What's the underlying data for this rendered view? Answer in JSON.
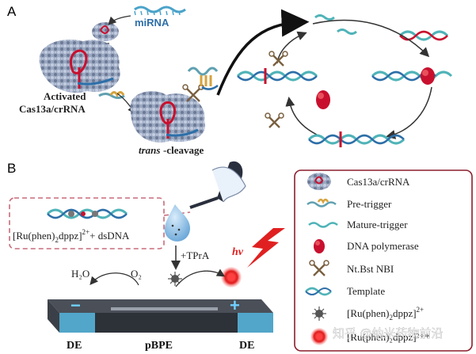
{
  "panel_a": {
    "label": "A",
    "mirna_label": "miRNA",
    "activated_line1": "Activated",
    "activated_line2": "Cas13a/crRNA",
    "trans_prefix": "trans",
    "trans_suffix": "-cleavage"
  },
  "panel_b": {
    "label": "B",
    "ru_label": "[Ru(phen)",
    "ru_sub": "2",
    "ru_mid": "dppz]",
    "ru_sup": "2+",
    "ru_tail": "+ dsDNA",
    "tpra_label": "+TPrA",
    "hv_label": "hv",
    "h2o_label": "H₂O",
    "o2_label": "O₂",
    "de_left": "DE",
    "pbpe": "pBPE",
    "de_right": "DE",
    "minus": "−",
    "plus": "+"
  },
  "legend": {
    "items": [
      {
        "label": "Cas13a/crRNA",
        "icon": "protein-complex-icon"
      },
      {
        "label": "Pre-trigger",
        "icon": "pre-trigger-icon"
      },
      {
        "label": "Mature-trigger",
        "icon": "mature-trigger-icon"
      },
      {
        "label": "DNA polymerase",
        "icon": "dna-polymerase-icon"
      },
      {
        "label": "Nt.Bst NBI",
        "icon": "scissors-icon"
      },
      {
        "label": "Template",
        "icon": "template-dna-icon"
      },
      {
        "label_pre": "[Ru(phen)",
        "label_sub": "2",
        "label_mid": "dppz]",
        "label_sup": "2+",
        "icon": "ru-complex-icon"
      },
      {
        "label": "[Ru(phen)₂dppz]²⁺*",
        "icon": "excited-ru-icon"
      }
    ]
  },
  "watermark": "知乎 @纳米药物前沿",
  "colors": {
    "protein": "#8e9bb5",
    "crrna": "#c8102e",
    "dna_teal": "#4fb3b8",
    "dna_blue": "#2d6fa8",
    "legend_border": "#8b1e2d",
    "red_accent": "#e02020"
  }
}
